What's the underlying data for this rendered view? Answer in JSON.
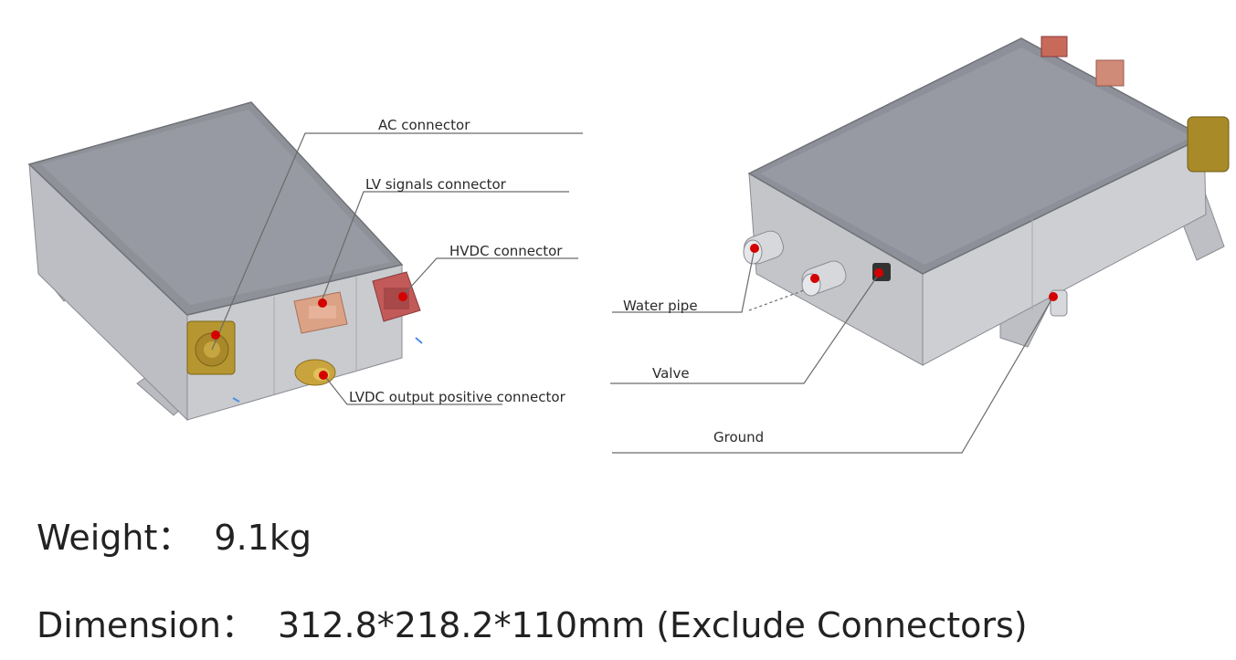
{
  "labels": {
    "ac_connector": "AC connector",
    "lv_signals_connector": "LV signals connector",
    "hvdc_connector": "HVDC  connector",
    "lvdc_output": "LVDC output positive connector",
    "water_pipe": "Water pipe",
    "valve": "Valve",
    "ground": "Ground"
  },
  "specs": {
    "weight_label": "Weight：",
    "weight_value": "9.1kg",
    "dimension_label": "Dimension：",
    "dimension_value": "312.8*218.2*110mm (Exclude Connectors)"
  },
  "colors": {
    "housing_top": "#8e9099",
    "housing_side": "#c2c4c8",
    "housing_dark": "#9b9da3",
    "leader_line": "#6b6b6b",
    "marker": "#d40000",
    "ac_connector": "#b69630",
    "lv_connector": "#dba286",
    "hvdc_connector": "#c25a5a",
    "lvdc_connector": "#c9a43e"
  }
}
